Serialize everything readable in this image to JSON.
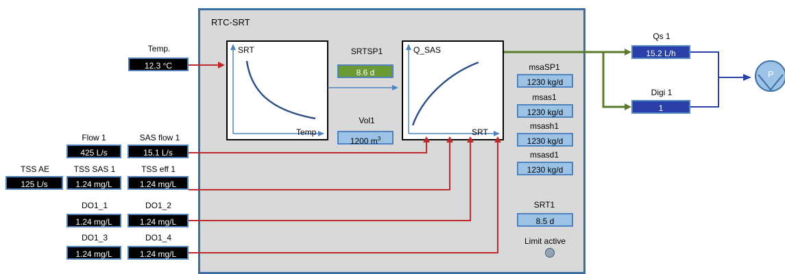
{
  "panel": {
    "title": "RTC-SRT"
  },
  "inputs": {
    "temp": {
      "label": "Temp.",
      "value": "12.3 °C"
    },
    "flow1": {
      "label": "Flow 1",
      "value": "425 L/s"
    },
    "sas_flow1": {
      "label": "SAS flow 1",
      "value": "15.1 L/s"
    },
    "tss_ae": {
      "label": "TSS AE",
      "value": "125 L/s"
    },
    "tss_sas1": {
      "label": "TSS SAS 1",
      "value": "1.24 mg/L"
    },
    "tss_eff1": {
      "label": "TSS eff 1",
      "value": "1.24 mg/L"
    },
    "do1_1": {
      "label": "DO1_1",
      "value": "1.24 mg/L"
    },
    "do1_2": {
      "label": "DO1_2",
      "value": "1.24 mg/L"
    },
    "do1_3": {
      "label": "DO1_3",
      "value": "1.24 mg/L"
    },
    "do1_4": {
      "label": "DO1_4",
      "value": "1.24 mg/L"
    }
  },
  "srt_chart": {
    "ylabel": "SRT",
    "xlabel": "Temp"
  },
  "sas_chart": {
    "ylabel": "Q_SAS",
    "xlabel": "SRT"
  },
  "srtsp1": {
    "label": "SRTSP1",
    "value": "8.6 d"
  },
  "vol1": {
    "label": "Vol1",
    "value": "1200 m",
    "unit_sup": "3"
  },
  "right_values": {
    "msasp1": {
      "label": "msaSP1",
      "value": "1230 kg/d"
    },
    "msas1": {
      "label": "msas1",
      "value": "1230 kg/d"
    },
    "msash1": {
      "label": "msash1",
      "value": "1230 kg/d"
    },
    "msasd1": {
      "label": "msasd1",
      "value": "1230 kg/d"
    },
    "srt1": {
      "label": "SRT1",
      "value": "8.5 d"
    }
  },
  "limit": {
    "label": "Limit active"
  },
  "outputs": {
    "qs1": {
      "label": "Qs 1",
      "value": "15.2 L/h"
    },
    "digi1": {
      "label": "Digi 1",
      "value": "1"
    }
  },
  "pump": {
    "label": "P"
  },
  "colors": {
    "signal_red": "#c0282d",
    "signal_green": "#5a7a2a",
    "signal_blue": "#2a3fa8",
    "panel_border": "#3c6ea6"
  }
}
